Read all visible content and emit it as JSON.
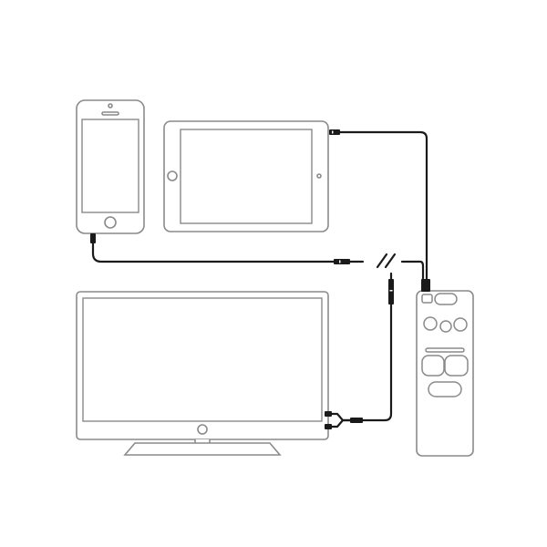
{
  "diagram": {
    "colors": {
      "outline": "#8a8a8a",
      "cable": "#1a1a1a",
      "background": "#ffffff"
    },
    "devices": [
      {
        "id": "phone",
        "icon": "smartphone-icon"
      },
      {
        "id": "tablet",
        "icon": "tablet-icon"
      },
      {
        "id": "tv",
        "icon": "television-icon"
      },
      {
        "id": "remote",
        "icon": "remote-control-icon"
      }
    ],
    "cables": [
      {
        "from": "tablet",
        "to": "remote"
      },
      {
        "from": "phone",
        "to": "remote",
        "break_mark": "//"
      },
      {
        "from": "tv",
        "to": "remote"
      }
    ]
  }
}
